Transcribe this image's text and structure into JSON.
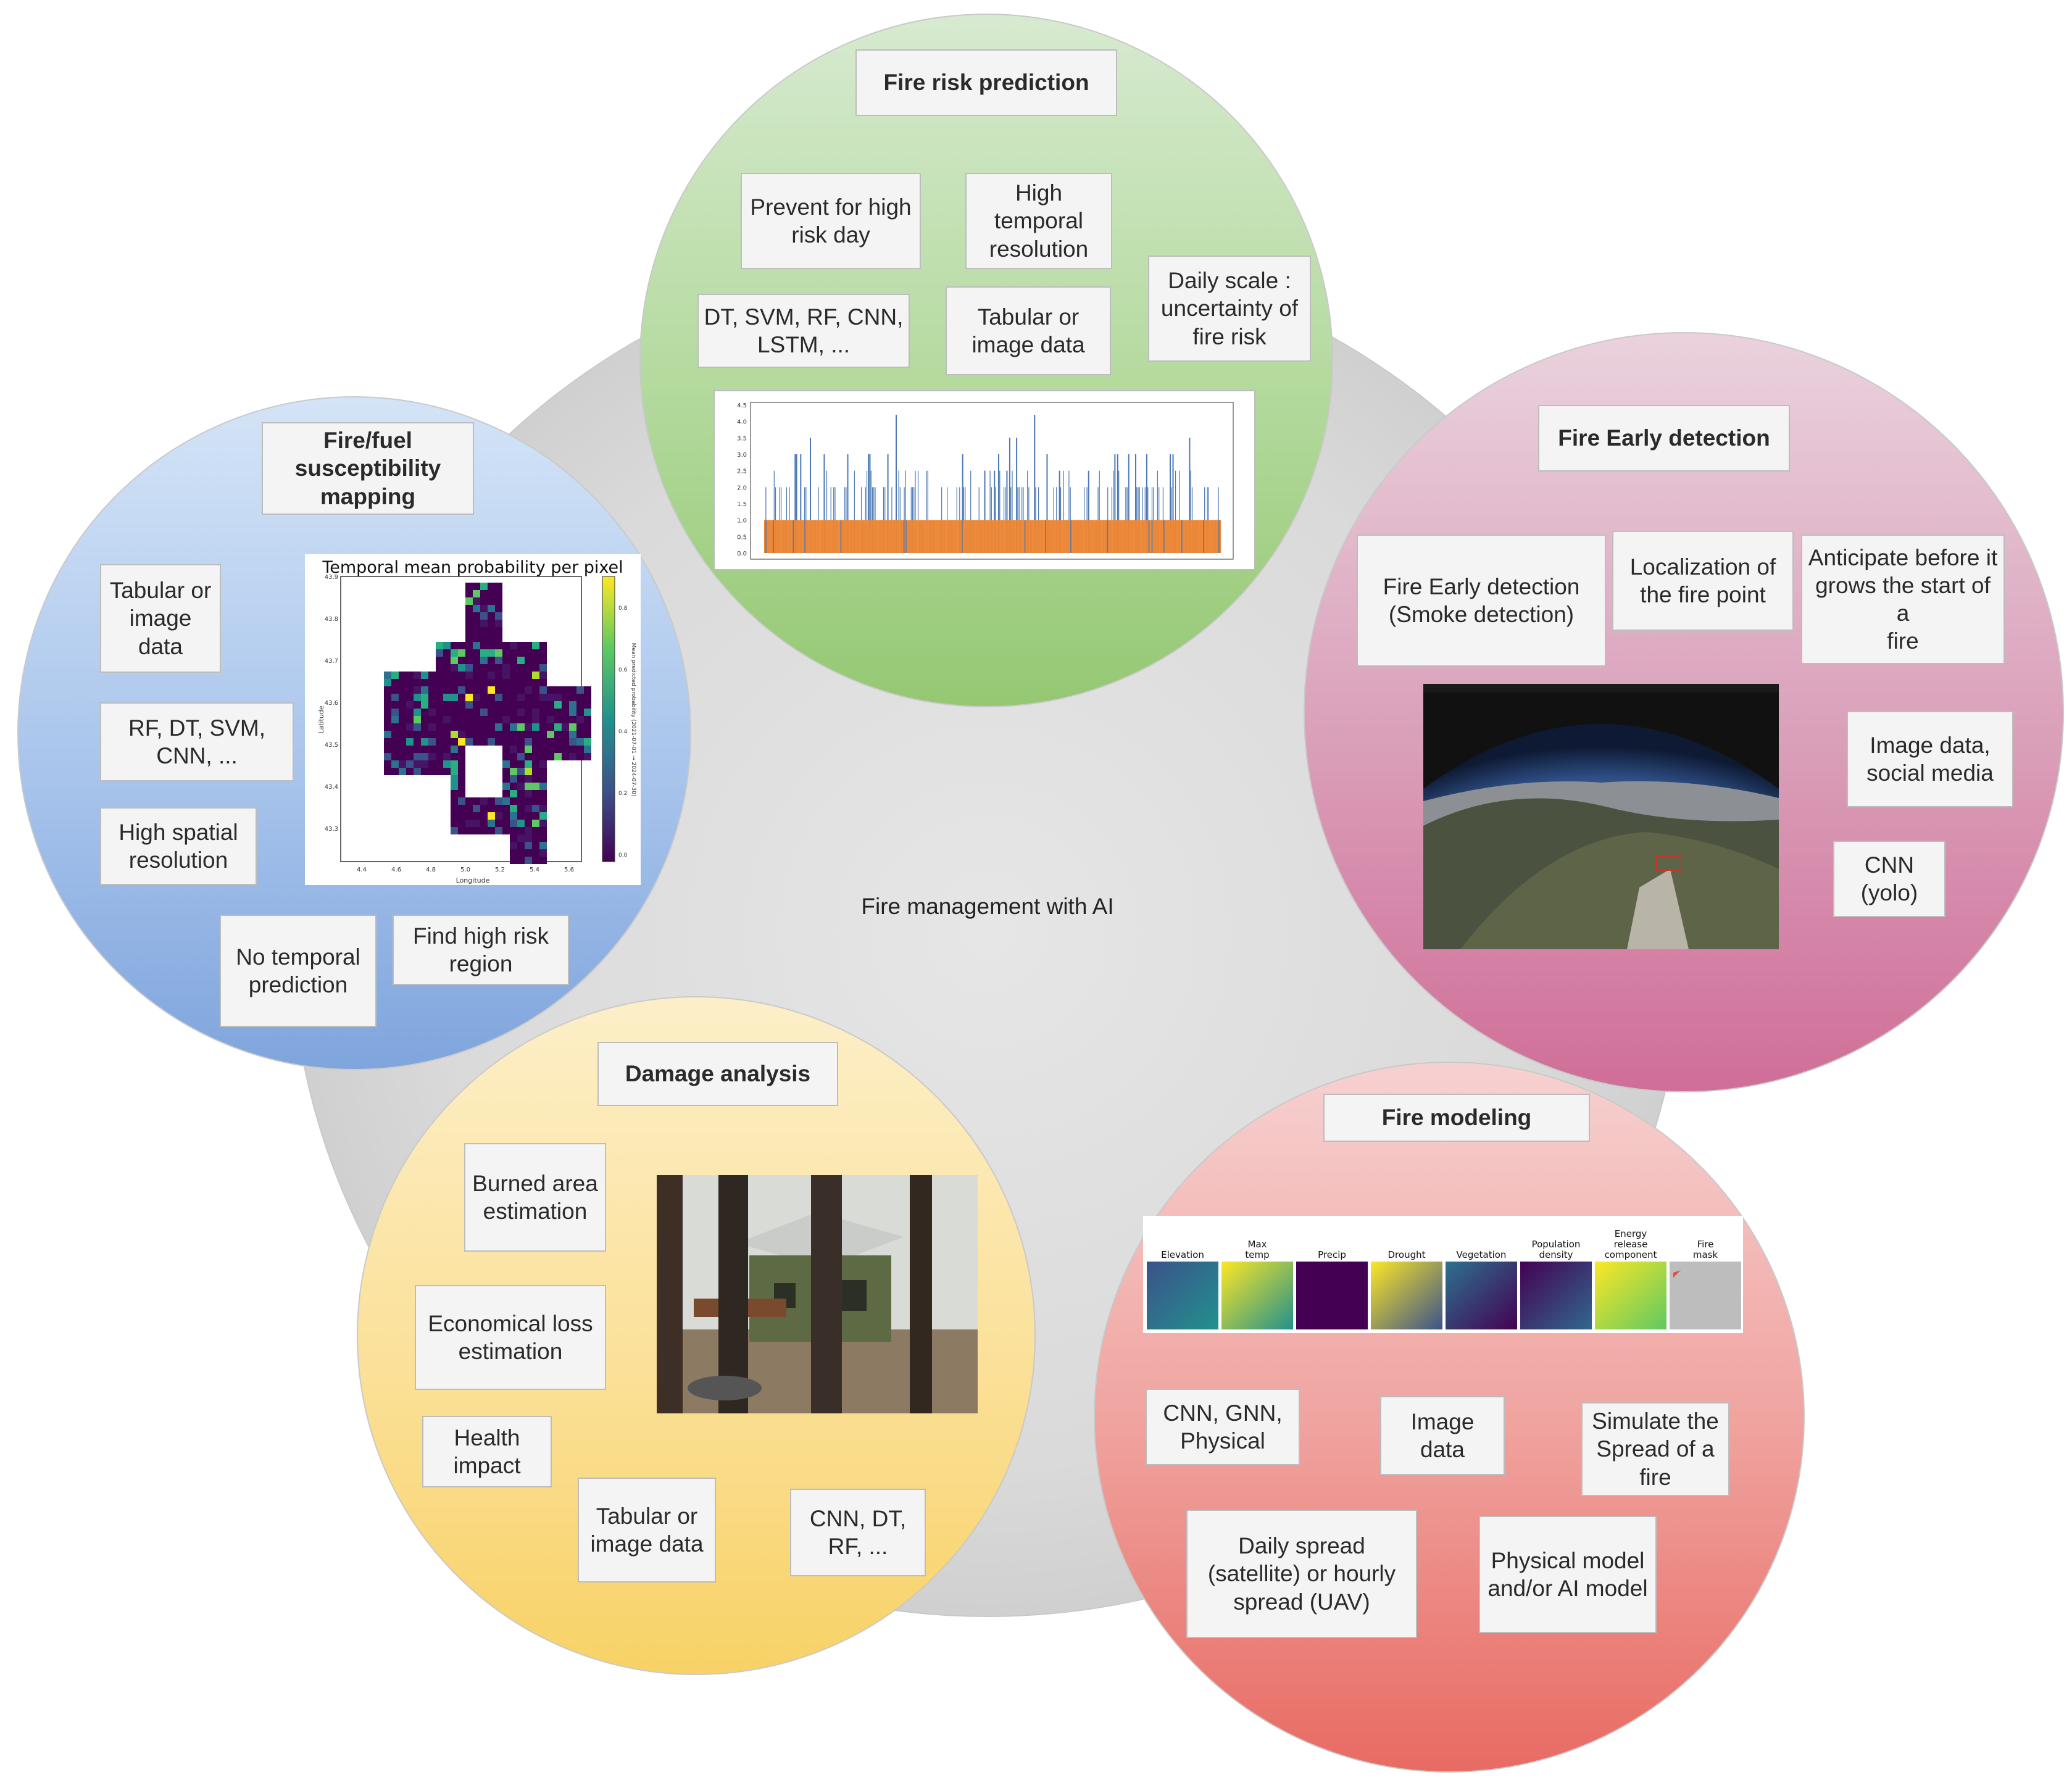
{
  "center_label": "Fire management with AI",
  "risk": {
    "title": "Fire risk prediction",
    "prevent": "Prevent for high\nrisk day",
    "temporal": "High temporal\nresolution",
    "methods": "DT, SVM, RF, CNN,\nLSTM, ...",
    "data": "Tabular or\nimage data",
    "daily": "Daily scale :\nuncertainty of\nfire risk",
    "chart_yticks": [
      "0.0",
      "0.5",
      "1.0",
      "1.5",
      "2.0",
      "2.5",
      "3.0",
      "3.5",
      "4.0",
      "4.5"
    ]
  },
  "fuel": {
    "title": "Fire/fuel\nsusceptibility\nmapping",
    "data": "Tabular or\nimage data",
    "methods": "RF, DT, SVM,\nCNN, ...",
    "spatial": "High spatial\nresolution",
    "no_temporal": "No temporal\nprediction",
    "find": "Find high risk\nregion",
    "map_title": "Temporal mean probability per pixel",
    "map_xlabel": "Longitude",
    "map_ylabel": "Latitude",
    "map_colorbar_label": "Mean predicted probability (2021-07-01 → 2024-07-30)",
    "map_yticks": [
      "43.9",
      "43.8",
      "43.7",
      "43.6",
      "43.5",
      "43.4",
      "43.3"
    ],
    "map_xticks": [
      "4.4",
      "4.6",
      "4.8",
      "5.0",
      "5.2",
      "5.4",
      "5.6"
    ],
    "map_cbticks": [
      "0.8",
      "0.6",
      "0.4",
      "0.2",
      "0.0"
    ]
  },
  "early": {
    "title": "Fire Early detection",
    "smoke": "Fire Early detection\n(Smoke detection)",
    "localization": "Localization of\nthe fire point",
    "anticipate": "Anticipate before it\ngrows the start of a\nfire",
    "data": "Image data,\nsocial media",
    "cnn": "CNN\n(yolo)"
  },
  "damage": {
    "title": "Damage analysis",
    "burned": "Burned area\nestimation",
    "economic": "Economical loss\nestimation",
    "health": "Health\nimpact",
    "data": "Tabular or\nimage data",
    "methods": "CNN, DT,\nRF, ..."
  },
  "model": {
    "title": "Fire modeling",
    "methods": "CNN, GNN,\nPhysical",
    "data": "Image data",
    "simulate": "Simulate the\nSpread of a\nfire",
    "daily": "Daily spread\n(satellite) or hourly\nspread (UAV)",
    "physical": "Physical model\nand/or AI model",
    "panels": [
      "Elevation",
      "Max\ntemp",
      "Precip",
      "Drought",
      "Vegetation",
      "Population\ndensity",
      "Energy\nrelease\ncomponent",
      "Fire\nmask"
    ]
  },
  "colors": {
    "risk": "#a8d48e",
    "fuel": "#93b3e5",
    "early": "#d88aad",
    "damage": "#fbdd8a",
    "model": "#ee8c86",
    "bar_blue": "#4c78b5",
    "bar_orange": "#ef8632"
  }
}
